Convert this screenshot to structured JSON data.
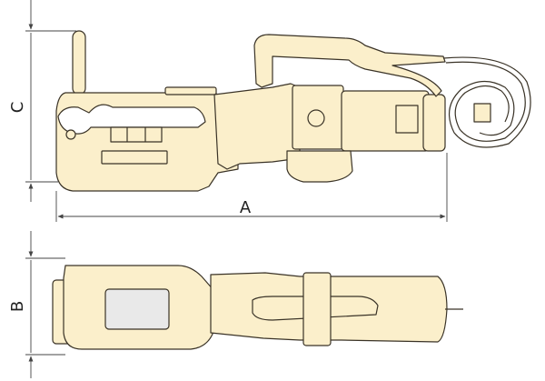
{
  "labels": {
    "dim_a": "A",
    "dim_b": "B",
    "dim_c": "C"
  },
  "colors": {
    "body_fill": "#fbefcb",
    "outline": "#3a3327",
    "dimension_line": "#444444",
    "window_fill": "#e9e9e9",
    "background": "#ffffff"
  }
}
